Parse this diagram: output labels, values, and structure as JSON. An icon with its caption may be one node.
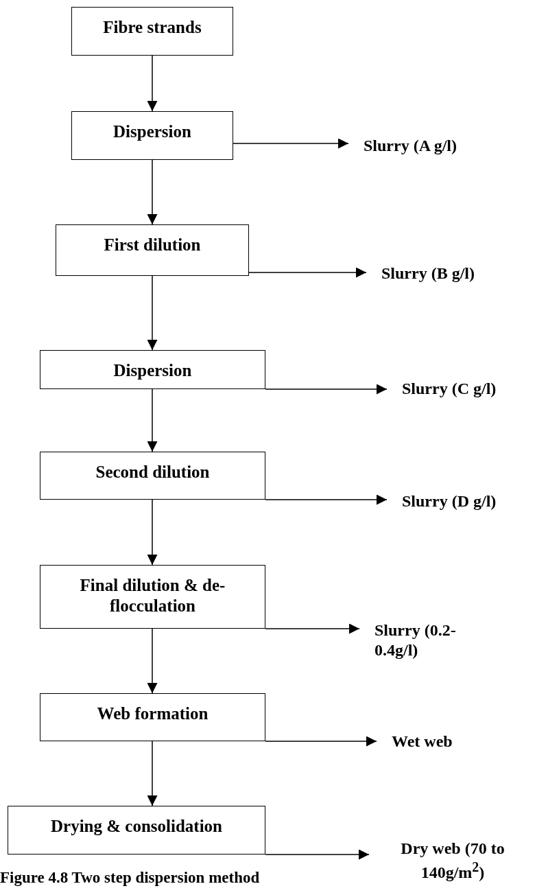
{
  "diagram": {
    "caption": "Figure 4.8  Two step dispersion method",
    "nodes": [
      {
        "text": [
          "Fibre strands"
        ]
      },
      {
        "text": [
          "Dispersion"
        ]
      },
      {
        "text": [
          "Slurry (A g/l)"
        ]
      },
      {
        "text": [
          "First dilution"
        ]
      },
      {
        "text": [
          "Slurry (B g/l)"
        ]
      },
      {
        "text": [
          "Dispersion"
        ]
      },
      {
        "text": [
          "Slurry (C g/l)"
        ]
      },
      {
        "text": [
          "Second dilution"
        ]
      },
      {
        "text": [
          "Slurry (D g/l)"
        ]
      },
      {
        "text": [
          "Final dilution & de-flocculation"
        ]
      },
      {
        "text": [
          "Slurry (0.2-0.4g/l)"
        ]
      },
      {
        "text": [
          "Web formation"
        ]
      },
      {
        "text": [
          "Wet web"
        ]
      },
      {
        "text": [
          "Drying & consolidation"
        ]
      },
      {
        "text": [
          "Dry web (70 to 140g/m$^{2}$)"
        ]
      }
    ],
    "edges": [
      {
        "from": 0,
        "to": 1,
        "arrow": "to"
      },
      {
        "from": 1,
        "to": 2,
        "arrow": "to"
      },
      {
        "from": 1,
        "to": 3,
        "arrow": "to"
      },
      {
        "from": 3,
        "to": 4,
        "arrow": "to"
      },
      {
        "from": 3,
        "to": 5,
        "arrow": "to"
      },
      {
        "from": 5,
        "to": 6,
        "arrow": "to"
      },
      {
        "from": 5,
        "to": 7,
        "arrow": "to"
      },
      {
        "from": 7,
        "to": 8,
        "arrow": "to"
      },
      {
        "from": 7,
        "to": 9,
        "arrow": "to"
      },
      {
        "from": 9,
        "to": 10,
        "arrow": "to"
      },
      {
        "from": 9,
        "to": 11,
        "arrow": "to"
      },
      {
        "from": 11,
        "to": 12,
        "arrow": "to"
      },
      {
        "from": 11,
        "to": 13,
        "arrow": "to"
      },
      {
        "from": 13,
        "to": 14,
        "arrow": "to"
      }
    ]
  }
}
